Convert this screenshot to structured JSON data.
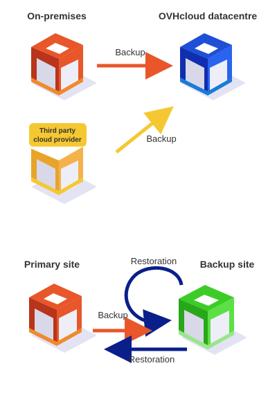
{
  "top": {
    "on_premises": "On-premises",
    "ovhcloud": "OVHcloud datacentre",
    "backup_top": "Backup",
    "backup_diag": "Backup",
    "third_party_line1": "Third party",
    "third_party_line2": "cloud provider"
  },
  "bottom": {
    "primary_site": "Primary site",
    "backup_site": "Backup site",
    "restoration_loop": "Restoration",
    "backup_arrow": "Backup",
    "restoration_arrow": "Restoration"
  },
  "colors": {
    "orange": "#e8562a",
    "orange_dark": "#b8341a",
    "yellow": "#f5c832",
    "blue": "#1f4fd6",
    "navy": "#0a1f8a",
    "green": "#3dcc27",
    "shadow": "#e3e3f3"
  }
}
